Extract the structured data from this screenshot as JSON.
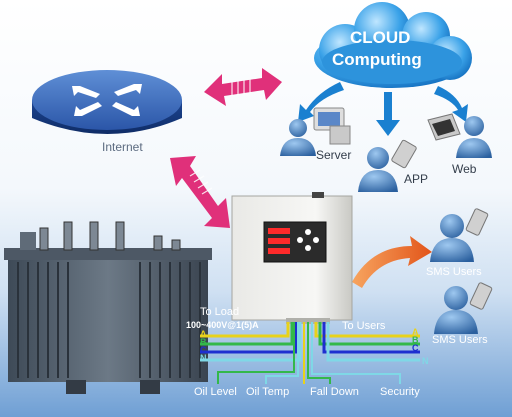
{
  "cloud": {
    "line1": "CLOUD",
    "line2": "Computing"
  },
  "nodes": {
    "internet": "Internet",
    "server": "Server",
    "app": "APP",
    "web": "Web"
  },
  "sms": {
    "user_a": "SMS Users",
    "user_b": "SMS Users"
  },
  "wiring": {
    "to_load": "To Load",
    "rating": "100~400V@1(5)A",
    "to_users": "To Users",
    "phases_left": [
      "A",
      "B",
      "C",
      "N"
    ],
    "phases_right": [
      "A",
      "B",
      "C",
      "N"
    ]
  },
  "sensors": {
    "oil_level": "Oil Level",
    "oil_temp": "Oil Temp",
    "fall_down": "Fall Down",
    "security": "Security"
  },
  "colors": {
    "phase_a": "#e8d21a",
    "phase_b": "#33b84a",
    "phase_c": "#1e2fd0",
    "phase_n": "#7fd8e6",
    "arrow": "#e0307a",
    "cloud": "#1a8ad8"
  }
}
